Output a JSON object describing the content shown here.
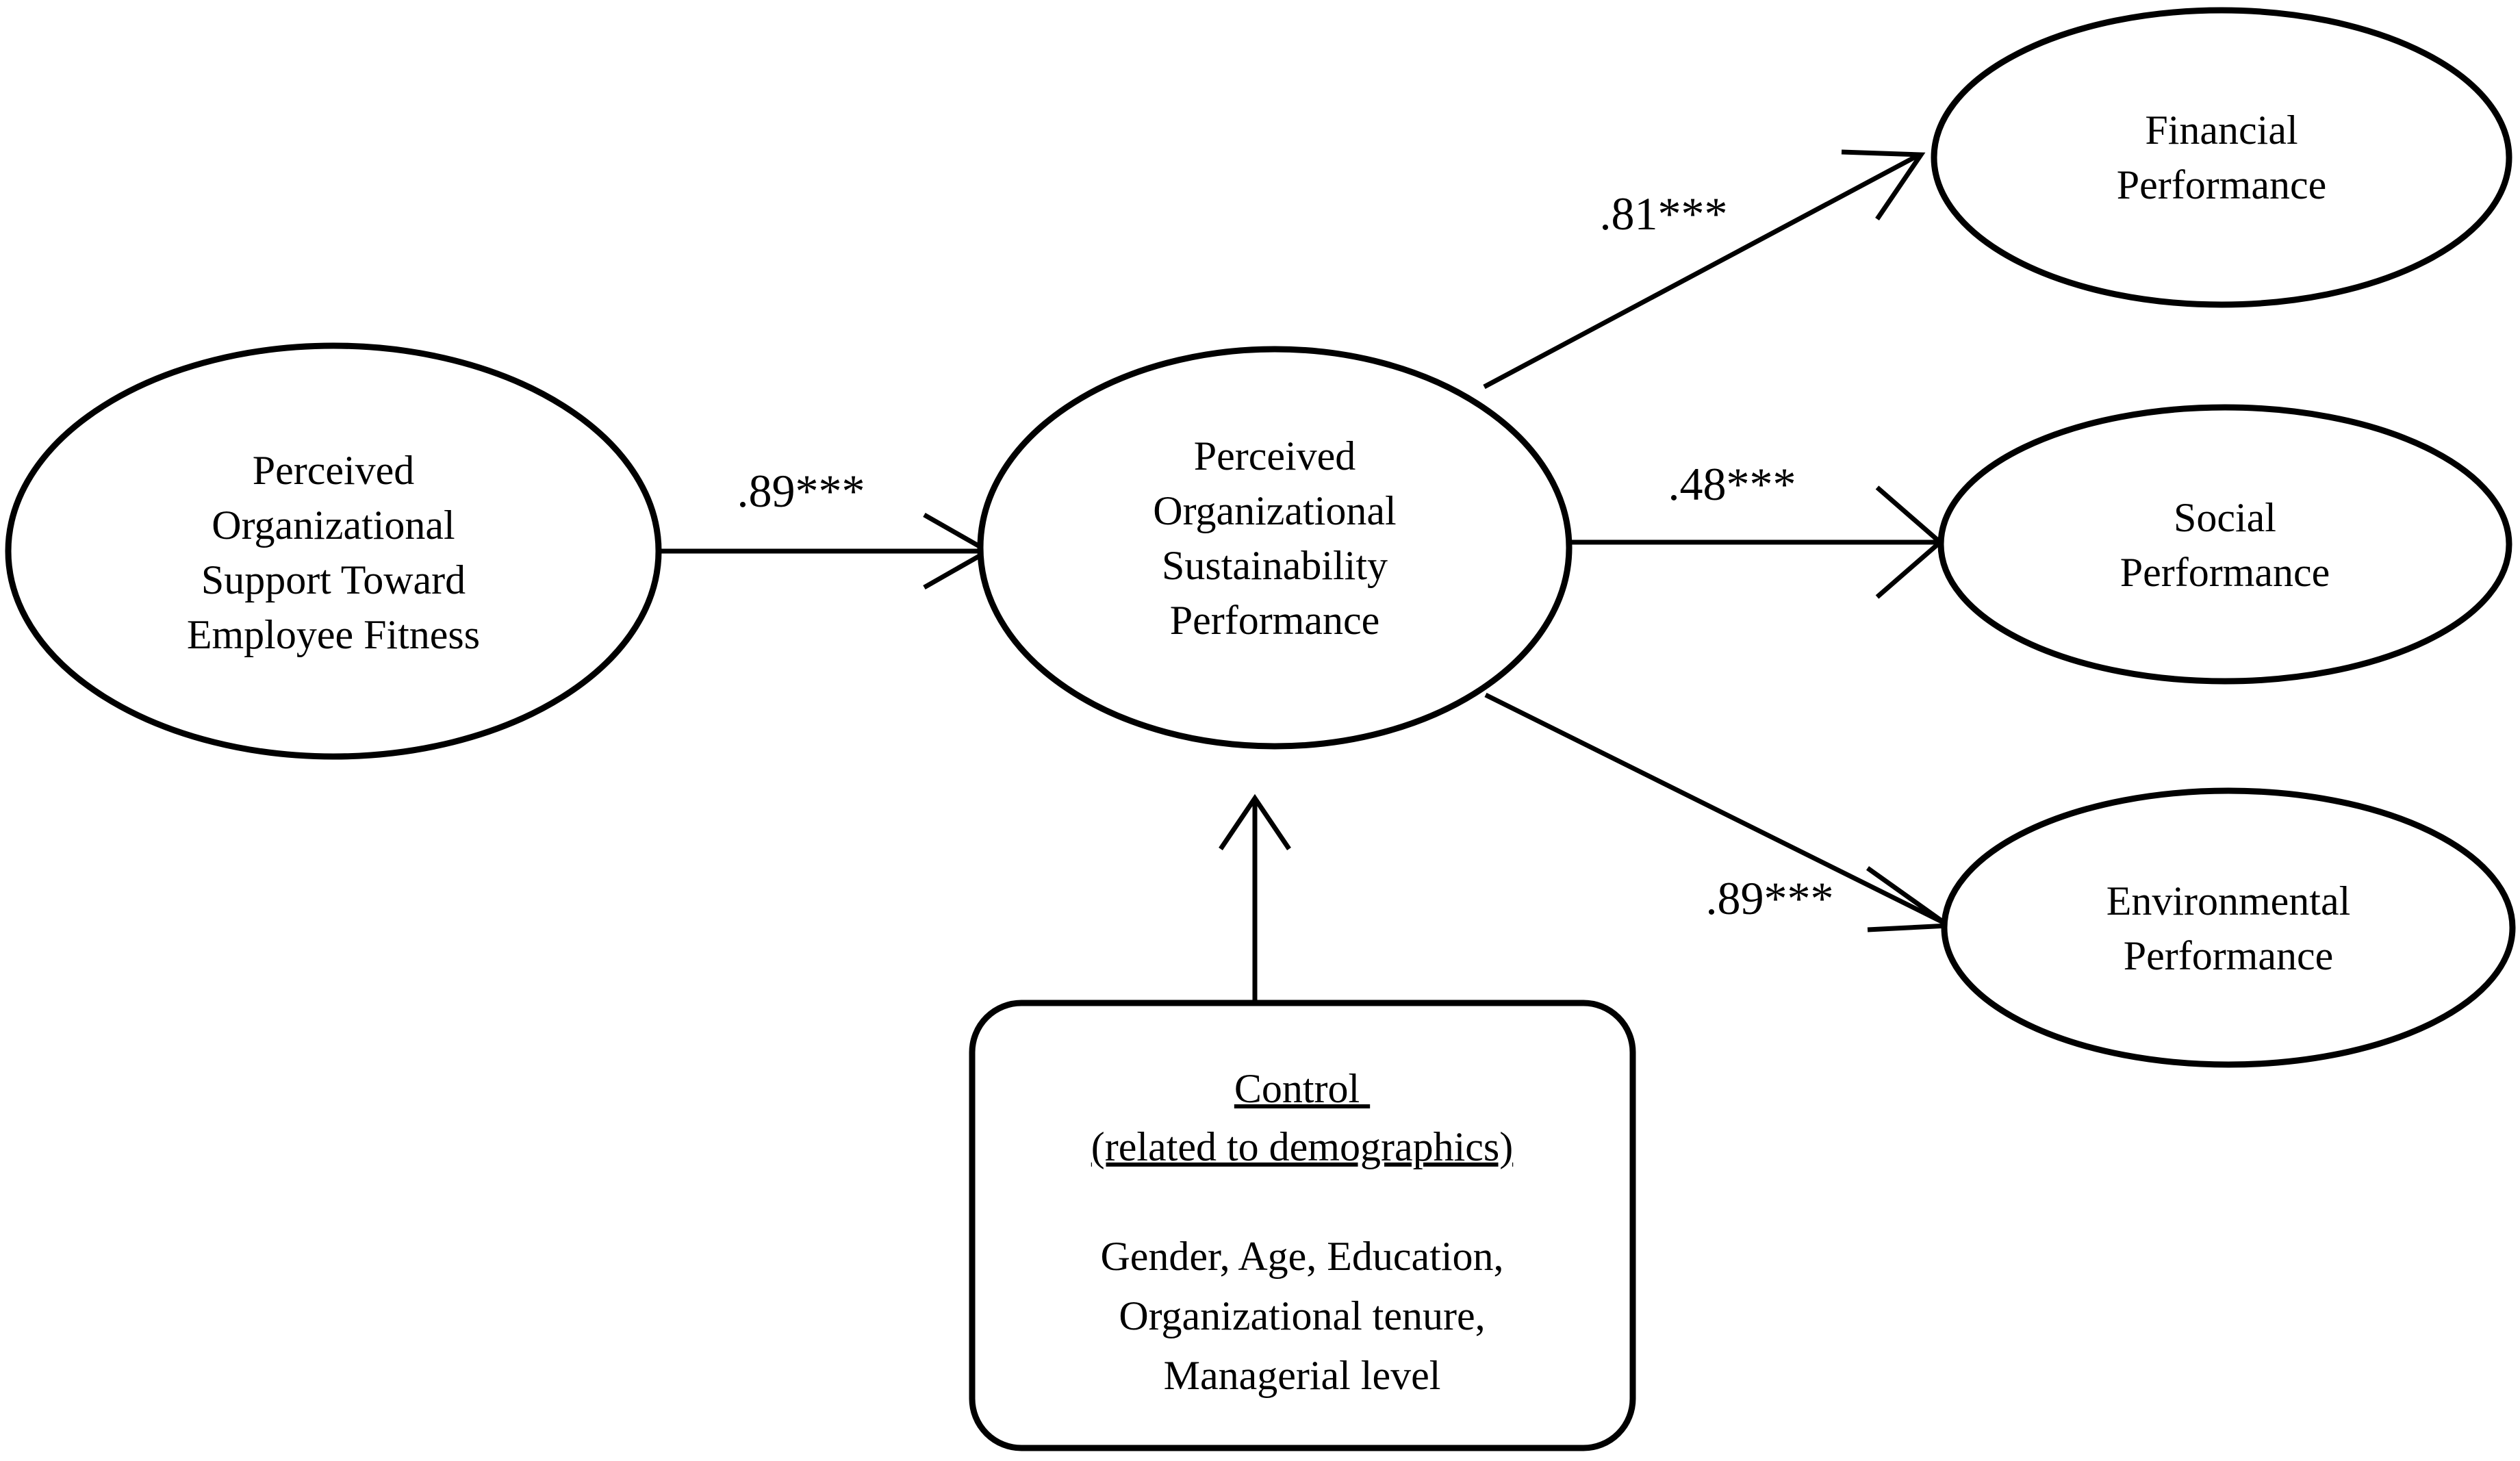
{
  "diagram": {
    "type": "path-model",
    "background_color": "#ffffff",
    "line_color": "#000000",
    "nodes": [
      {
        "id": "pos-employee-fitness",
        "shape": "ellipse",
        "lines": [
          "Perceived",
          "Organizational",
          "Support Toward",
          "Employee Fitness"
        ]
      },
      {
        "id": "perceived-org-sustainability-performance",
        "shape": "ellipse",
        "lines": [
          "Perceived",
          "Organizational",
          "Sustainability",
          "Performance"
        ]
      },
      {
        "id": "financial-performance",
        "shape": "ellipse",
        "lines": [
          "Financial",
          "Performance"
        ]
      },
      {
        "id": "social-performance",
        "shape": "ellipse",
        "lines": [
          "Social",
          "Performance"
        ]
      },
      {
        "id": "environmental-performance",
        "shape": "ellipse",
        "lines": [
          "Environmental",
          "Performance"
        ]
      }
    ],
    "control_box": {
      "title_line_1": "Control ",
      "title_line_2": "(related to demographics)",
      "items": [
        "Gender, Age, Education,",
        "Organizational tenure,",
        "Managerial level"
      ]
    },
    "edges": [
      {
        "id": "edge-posef-to-posp",
        "from": "pos-employee-fitness",
        "to": "perceived-org-sustainability-performance",
        "coefficient": ".89***"
      },
      {
        "id": "edge-posp-to-financial",
        "from": "perceived-org-sustainability-performance",
        "to": "financial-performance",
        "coefficient": ".81***"
      },
      {
        "id": "edge-posp-to-social",
        "from": "perceived-org-sustainability-performance",
        "to": "social-performance",
        "coefficient": ".48***"
      },
      {
        "id": "edge-posp-to-environmental",
        "from": "perceived-org-sustainability-performance",
        "to": "environmental-performance",
        "coefficient": ".89***"
      },
      {
        "id": "edge-control-to-posp",
        "from": "control_box",
        "to": "perceived-org-sustainability-performance",
        "coefficient": ""
      }
    ]
  }
}
